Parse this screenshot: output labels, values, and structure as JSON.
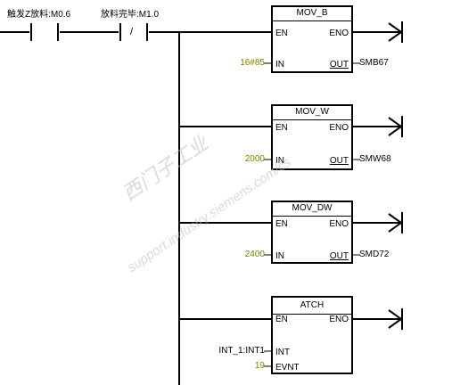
{
  "network": {
    "contacts": [
      {
        "label": "触发Z放料:M0.6",
        "type": "normally-open"
      },
      {
        "label": "放料完毕:M1.0",
        "type": "normally-closed",
        "symbol": "/"
      }
    ],
    "boxes": [
      {
        "title": "MOV_B",
        "en": "EN",
        "eno": "ENO",
        "input_value": "16#85",
        "input_pin": "IN",
        "output_pin": "OUT",
        "output_value": "SMB67"
      },
      {
        "title": "MOV_W",
        "en": "EN",
        "eno": "ENO",
        "input_value": "2000",
        "input_pin": "IN",
        "output_pin": "OUT",
        "output_value": "SMW68"
      },
      {
        "title": "MOV_DW",
        "en": "EN",
        "eno": "ENO",
        "input_value": "2400",
        "input_pin": "IN",
        "output_pin": "OUT",
        "output_value": "SMD72"
      },
      {
        "title": "ATCH",
        "en": "EN",
        "eno": "ENO",
        "int_value": "INT_1:INT1",
        "int_pin": "INT",
        "evnt_value": "19",
        "evnt_pin": "EVNT"
      }
    ]
  },
  "watermark": {
    "line1": "西门子工业",
    "line2": "support.industry.siemens.com/cs"
  },
  "colors": {
    "wire": "#000000",
    "constant": "#808000",
    "background": "#ffffff",
    "watermark": "#bdbdbd"
  }
}
